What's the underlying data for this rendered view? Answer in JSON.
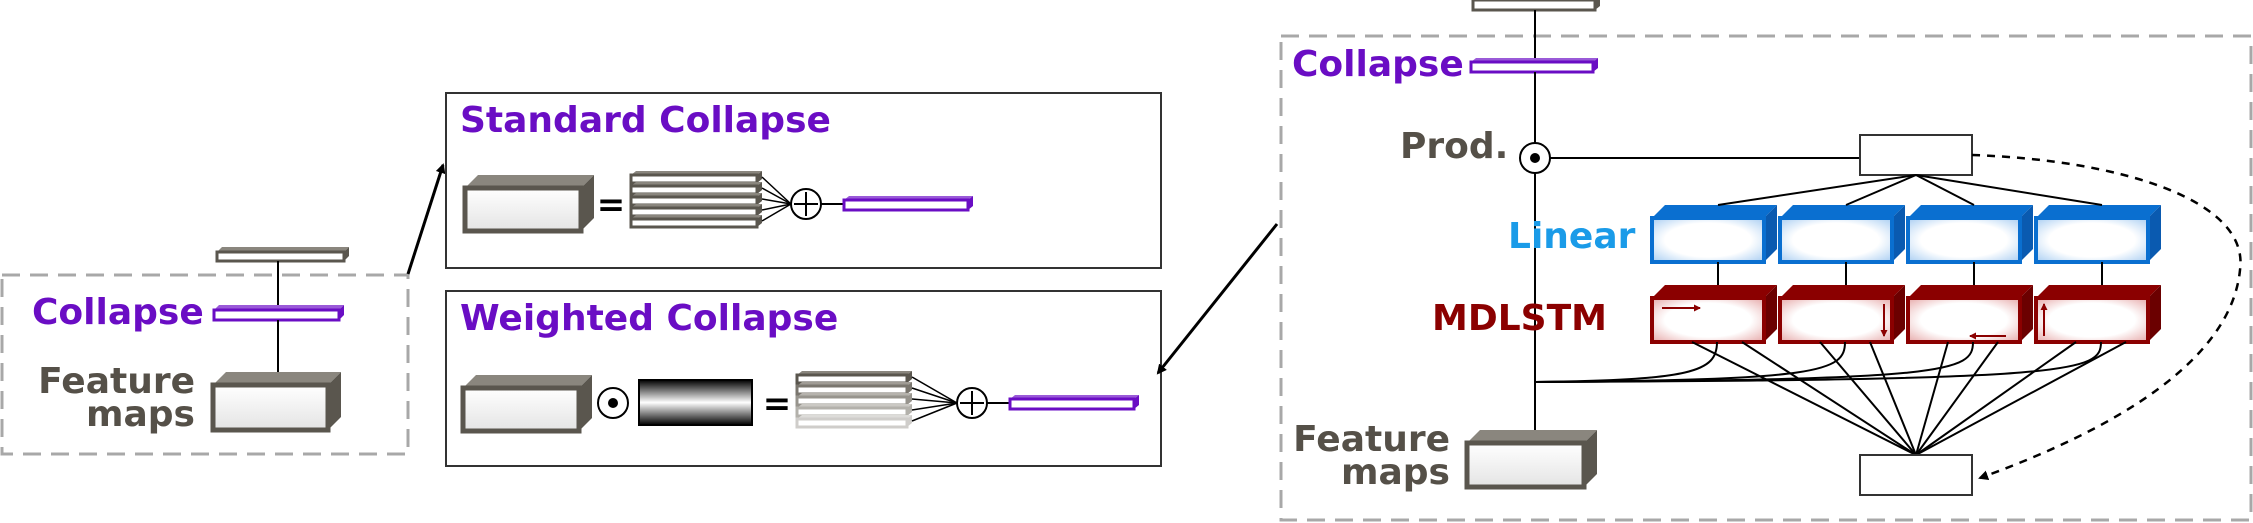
{
  "labels": {
    "collapse": "Collapse",
    "feature": "Feature",
    "maps": "maps",
    "standard_collapse": "Standard Collapse",
    "weighted_collapse": "Weighted Collapse",
    "prod": "Prod.",
    "linear": "Linear",
    "mdlstm": "MDLSTM",
    "equals": "="
  },
  "colors": {
    "purple": "#6a0dc4",
    "gray_text": "#555048",
    "box_dark": "#5a564e",
    "blue": "#0a6fd0",
    "blue_text": "#1a9be8",
    "red": "#8b0000",
    "dash": "#a8a8a8",
    "line": "#000000"
  },
  "icons": {
    "odot": "circled-dot-icon",
    "oplus": "circled-plus-icon",
    "arrows": [
      "arrow-right-icon",
      "arrow-down-icon",
      "arrow-left-icon",
      "arrow-up-icon"
    ]
  }
}
